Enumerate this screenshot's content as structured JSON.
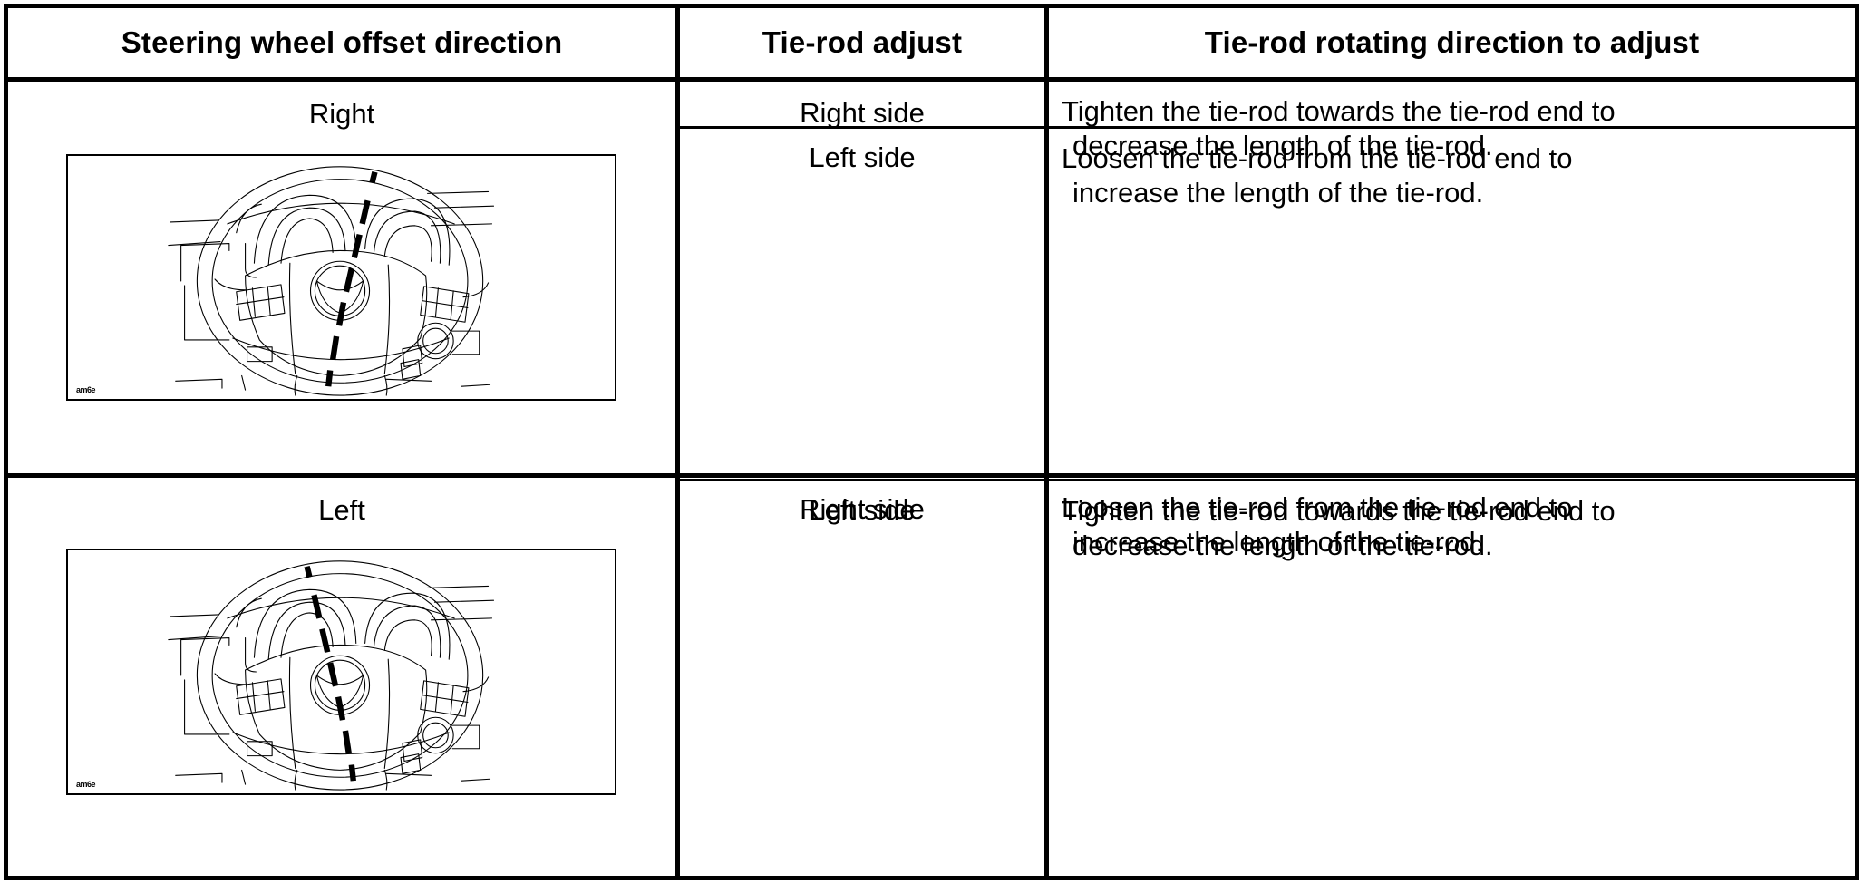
{
  "table": {
    "headers": {
      "direction": "Steering wheel offset direction",
      "tie_rod_adjust": "Tie-rod adjust",
      "rotating_direction": "Tie-rod rotating direction to adjust"
    },
    "rows": [
      {
        "direction_label": "Right",
        "illustration": {
          "name": "steering-wheel-offset-right-illustration",
          "figure_id": "am6e",
          "centerline_tilt": "top-right",
          "alt": "Front view of Mazda steering wheel with dashed centerline tilted so the top leans to the right"
        },
        "sub_rows": [
          {
            "side": "Right side",
            "instruction_line_1": "Tighten the tie-rod towards the tie-rod end to",
            "instruction_line_2": "decrease the length of the tie-rod."
          },
          {
            "side": "Left side",
            "instruction_line_1": "Loosen the tie-rod from the tie-rod end to",
            "instruction_line_2": "increase the length of the tie-rod."
          }
        ]
      },
      {
        "direction_label": "Left",
        "illustration": {
          "name": "steering-wheel-offset-left-illustration",
          "figure_id": "am6e",
          "centerline_tilt": "top-left",
          "alt": "Front view of Mazda steering wheel with dashed centerline tilted so the top leans to the left"
        },
        "sub_rows": [
          {
            "side": "Right side",
            "instruction_line_1": "Loosen the tie-rod from the tie-rod end to",
            "instruction_line_2": "increase the length of the tie-rod."
          },
          {
            "side": "Left side",
            "instruction_line_1": "Tighten the tie-rod towards the tie-rod end to",
            "instruction_line_2": "decrease the length of the tie-rod."
          }
        ]
      }
    ]
  },
  "colors": {
    "ink": "#000000",
    "paper": "#ffffff"
  }
}
